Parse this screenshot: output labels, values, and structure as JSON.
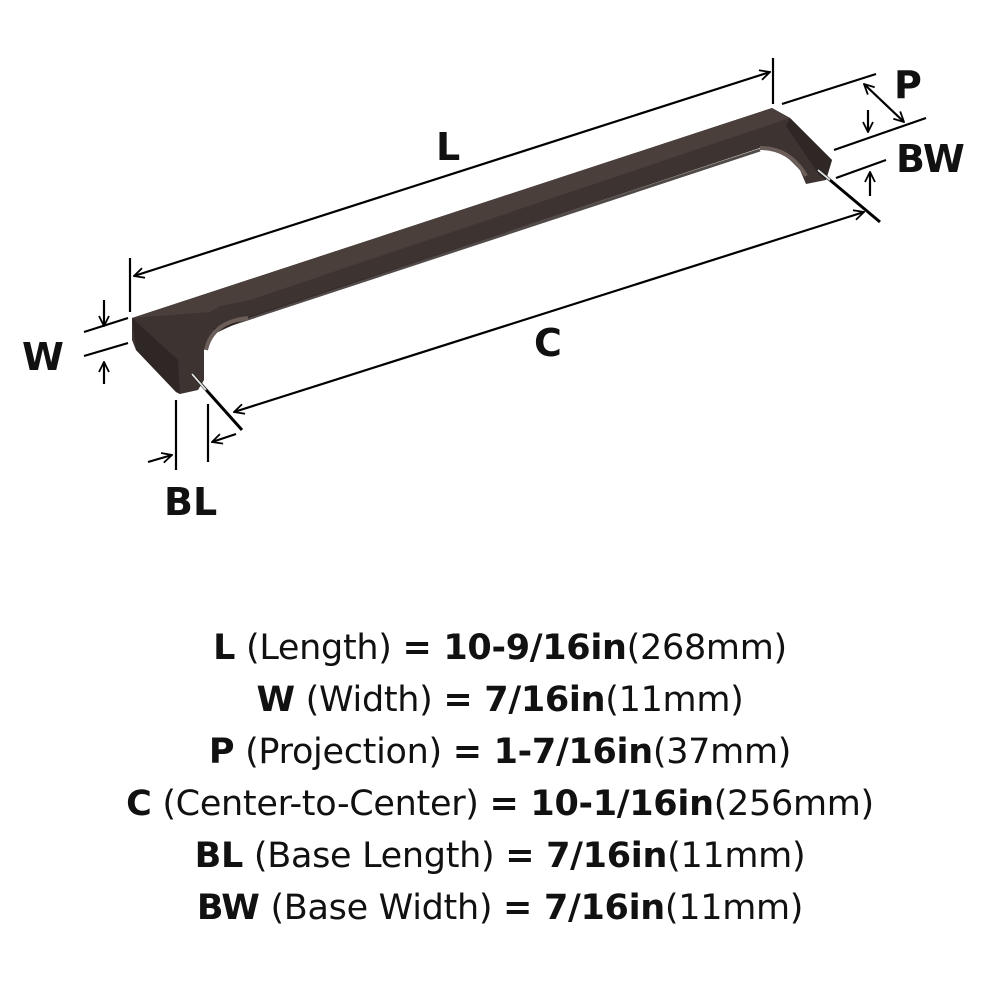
{
  "diagram": {
    "labels": {
      "L": "L",
      "W": "W",
      "P": "P",
      "BW": "BW",
      "C": "C",
      "BL": "BL"
    },
    "colors": {
      "handle": "#3d3330",
      "handle_highlight": "#5a4d49",
      "handle_shadow": "#2a2220",
      "lines": "#000000",
      "background": "#ffffff"
    }
  },
  "specs": [
    {
      "key": "L",
      "name": " (Length) ",
      "eq": "= ",
      "inches": "10-9/16in",
      "mm": "(268mm)"
    },
    {
      "key": "W",
      "name": " (Width) ",
      "eq": "= ",
      "inches": "7/16in",
      "mm": "(11mm)"
    },
    {
      "key": "P",
      "name": " (Projection) ",
      "eq": "= ",
      "inches": "1-7/16in",
      "mm": "(37mm)"
    },
    {
      "key": "C",
      "name": " (Center-to-Center) ",
      "eq": "= ",
      "inches": "10-1/16in",
      "mm": "(256mm)"
    },
    {
      "key": "BL",
      "name": " (Base Length) ",
      "eq": "= ",
      "inches": "7/16in",
      "mm": "(11mm)"
    },
    {
      "key": "BW",
      "name": " (Base Width) ",
      "eq": "= ",
      "inches": "7/16in",
      "mm": "(11mm)"
    }
  ]
}
